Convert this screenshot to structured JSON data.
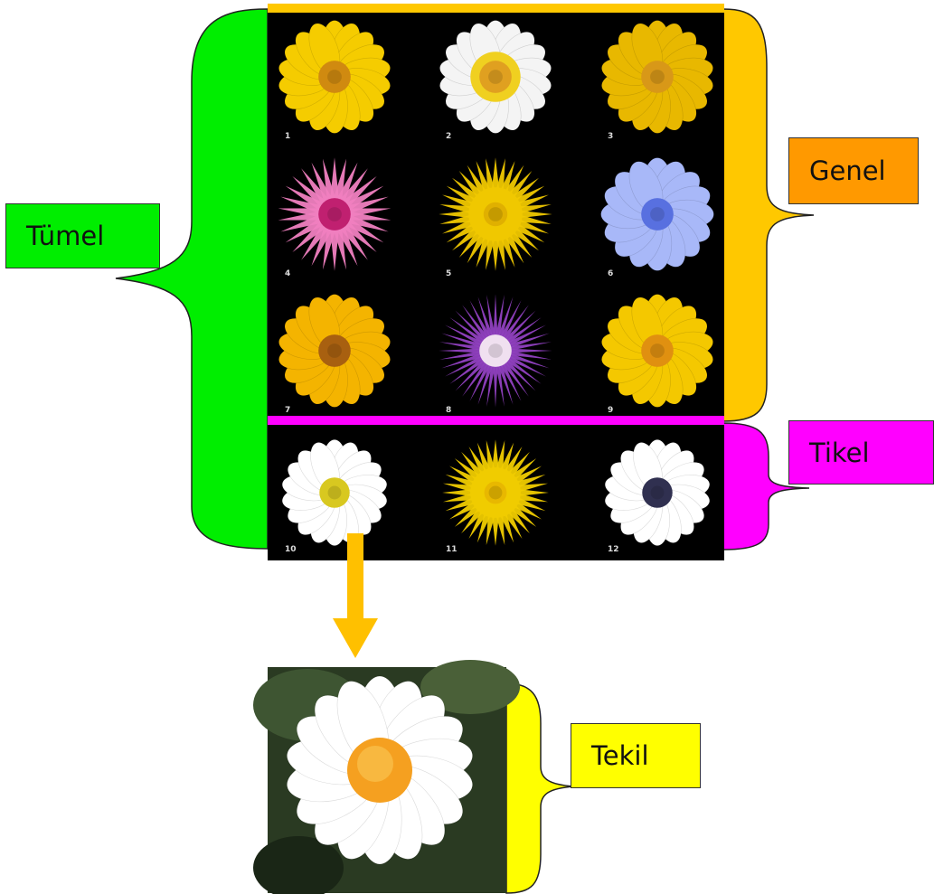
{
  "labels": {
    "tumel": "Tümel",
    "genel": "Genel",
    "tikel": "Tikel",
    "tekil": "Tekil"
  },
  "colors": {
    "tumel": "#00ee00",
    "genel": "#ffc800",
    "genel_box": "#ff9900",
    "tikel": "#ff00ff",
    "tekil": "#ffff00",
    "arrow": "#ffc000",
    "grid_bg": "#000000"
  },
  "flowers": [
    {
      "number": "1",
      "petals": "#f5cc00",
      "center": "#d08a10",
      "style": "daisy"
    },
    {
      "number": "2",
      "petals": "#f4f4f4",
      "center": "#e0a020",
      "style": "daisy-yellow-base"
    },
    {
      "number": "3",
      "petals": "#e8b800",
      "center": "#d89818",
      "style": "daisy"
    },
    {
      "number": "4",
      "petals": "#f080c0",
      "center": "#c02070",
      "style": "spiky"
    },
    {
      "number": "5",
      "petals": "#f0c800",
      "center": "#e0b000",
      "style": "dandelion"
    },
    {
      "number": "6",
      "petals": "#a8b8f8",
      "center": "#5870e0",
      "style": "chicory"
    },
    {
      "number": "7",
      "petals": "#f4b400",
      "center": "#a86010",
      "style": "daisy"
    },
    {
      "number": "8",
      "petals": "#9040c0",
      "center": "#f0e0f0",
      "style": "spiky-thin"
    },
    {
      "number": "9",
      "petals": "#f4c800",
      "center": "#e09010",
      "style": "daisy"
    },
    {
      "number": "10",
      "petals": "#ffffff",
      "center": "#d8c820",
      "style": "daisy"
    },
    {
      "number": "11",
      "petals": "#f0cc00",
      "center": "#e8b800",
      "style": "dandelion"
    },
    {
      "number": "12",
      "petals": "#ffffff",
      "center": "#303050",
      "style": "daisy"
    }
  ]
}
